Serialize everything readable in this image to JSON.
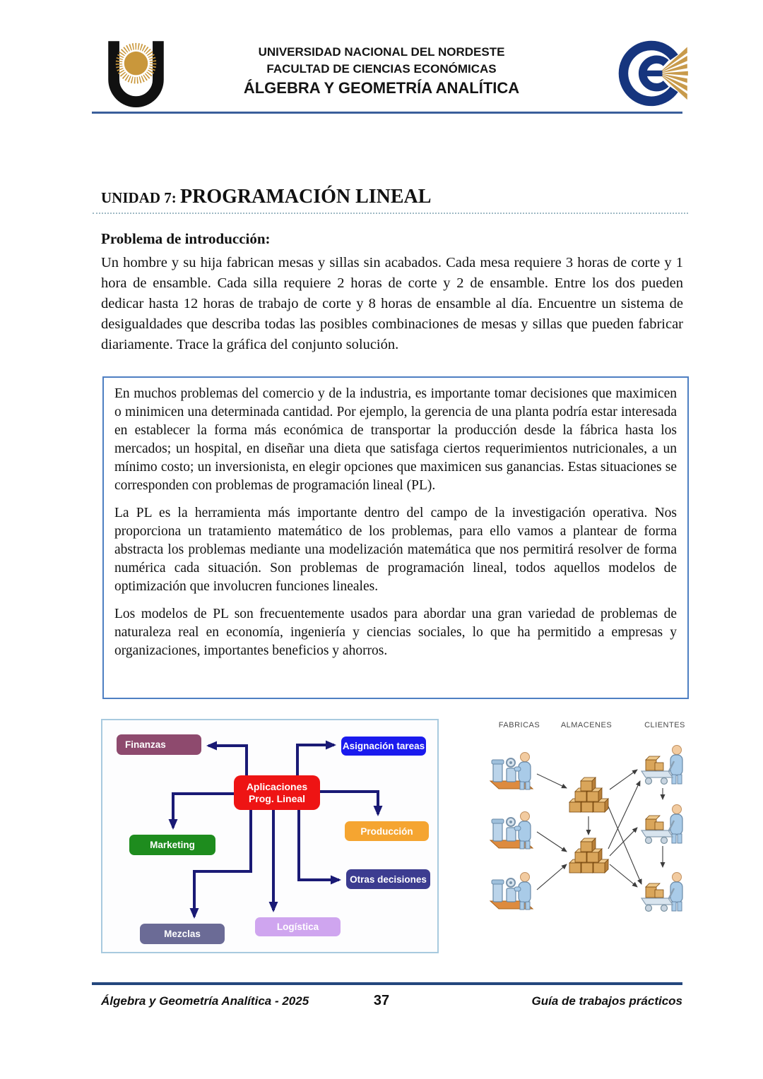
{
  "header": {
    "line1": "UNIVERSIDAD NACIONAL DEL NORDESTE",
    "line2": "FACULTAD DE CIENCIAS ECONÓMICAS",
    "line3": "ÁLGEBRA Y GEOMETRÍA ANALÍTICA"
  },
  "title": {
    "prefix": "UNIDAD 7: ",
    "text": "PROGRAMACIÓN LINEAL"
  },
  "intro": {
    "heading": "Problema de introducción:",
    "paragraph": "Un hombre y su hija fabrican mesas y sillas sin acabados. Cada mesa requiere 3 horas de corte y 1 hora de ensamble. Cada silla requiere 2 horas de corte y 2 de ensamble. Entre los dos pueden dedicar hasta 12 horas de trabajo de corte y 8 horas de ensamble al día. Encuentre un sistema de desigualdades que describa todas las posibles combinaciones de mesas y sillas que pueden fabricar diariamente. Trace la gráfica del conjunto solución."
  },
  "info_box": {
    "border_color": "#4E7FC2",
    "paragraphs": [
      "En muchos problemas del comercio y de la industria, es importante tomar decisiones que maximicen o minimicen una determinada cantidad. Por ejemplo, la gerencia de una planta podría estar interesada en establecer la forma más económica de transportar la producción desde la fábrica hasta los mercados; un hospital, en diseñar una dieta que satisfaga ciertos requerimientos nutricionales, a un mínimo costo; un inversionista, en elegir opciones que maximicen sus ganancias. Estas situaciones se corresponden con problemas de programación lineal (PL).",
      "La PL es la herramienta más importante dentro del campo de la investigación operativa. Nos proporciona un tratamiento matemático de los problemas, para ello vamos a plantear de forma abstracta los problemas mediante una modelización matemática que nos permitirá resolver de forma numérica cada situación. Son problemas de programación lineal, todos aquellos modelos de optimización que involucren funciones lineales.",
      "Los modelos de PL son frecuentemente usados para abordar una gran variedad de problemas de naturaleza real en economía, ingeniería y ciencias sociales, lo que ha permitido a empresas y organizaciones, importantes beneficios y ahorros."
    ]
  },
  "applications_diagram": {
    "center_line1": "Aplicaciones",
    "center_line2": "Prog. Lineal",
    "center_color": "#EE1414",
    "arrow_color": "#1A1A75",
    "nodes": {
      "finanzas": {
        "label": "Finanzas",
        "color": "#8E4A6E"
      },
      "asignacion": {
        "label": "Asignación tareas",
        "color": "#1A1AEE"
      },
      "marketing": {
        "label": "Marketing",
        "color": "#1E8C1E"
      },
      "produccion": {
        "label": "Producción",
        "color": "#F5A531"
      },
      "otras": {
        "label": "Otras decisiones",
        "color": "#3C3C90"
      },
      "logistica": {
        "label": "Logística",
        "color": "#CFA5EF"
      },
      "mezclas": {
        "label": "Mezclas",
        "color": "#6B6B96"
      }
    }
  },
  "transport_diagram": {
    "columns": [
      "FABRICAS",
      "ALMACENES",
      "CLIENTES"
    ],
    "factory_count": 3,
    "warehouse_count": 2,
    "client_count": 3
  },
  "footer": {
    "left": "Álgebra y Geometría Analítica - 2025",
    "page": "37",
    "right": "Guía de trabajos prácticos"
  }
}
